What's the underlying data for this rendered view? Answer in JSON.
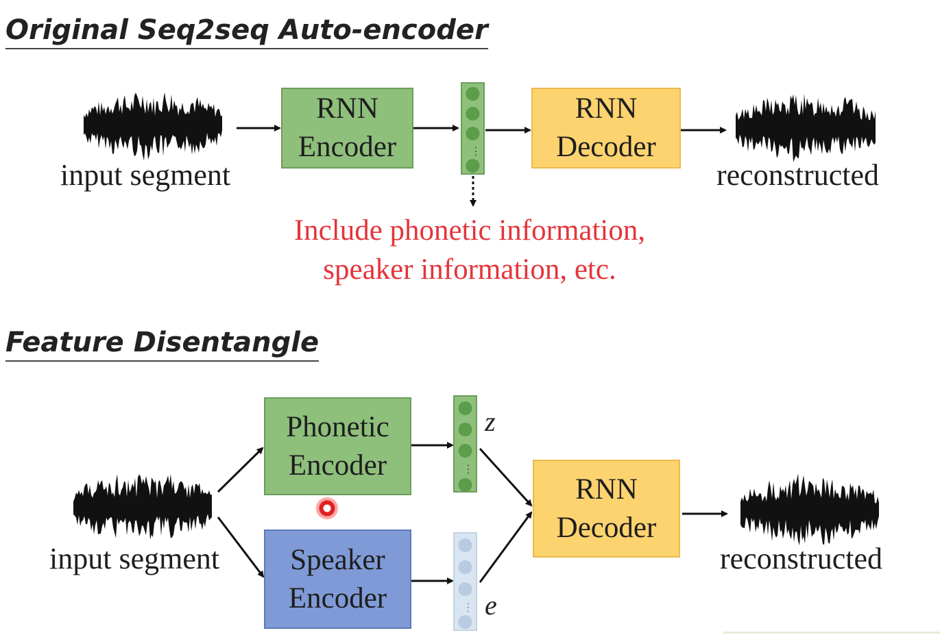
{
  "section1": {
    "title": "Original Seq2seq Auto-encoder",
    "input_label": "input segment",
    "encoder_label": "RNN\nEncoder",
    "decoder_label": "RNN\nDecoder",
    "output_label": "reconstructed",
    "note_lines": [
      "Include phonetic information,",
      "speaker information, etc."
    ]
  },
  "section2": {
    "title": "Feature Disentangle",
    "input_label": "input segment",
    "phonetic_encoder_label": "Phonetic\nEncoder",
    "speaker_encoder_label": "Speaker\nEncoder",
    "decoder_label": "RNN\nDecoder",
    "output_label": "reconstructed",
    "z_label": "z",
    "e_label": "e"
  },
  "colors": {
    "encoder_green": "#8ec07c",
    "decoder_orange": "#fdd36f",
    "speaker_blue": "#7f9ad6",
    "note_red": "#e4343a"
  },
  "icons": [
    "waveform-icon",
    "arrow-icon",
    "latent-vector-icon",
    "cursor-highlight-icon"
  ]
}
